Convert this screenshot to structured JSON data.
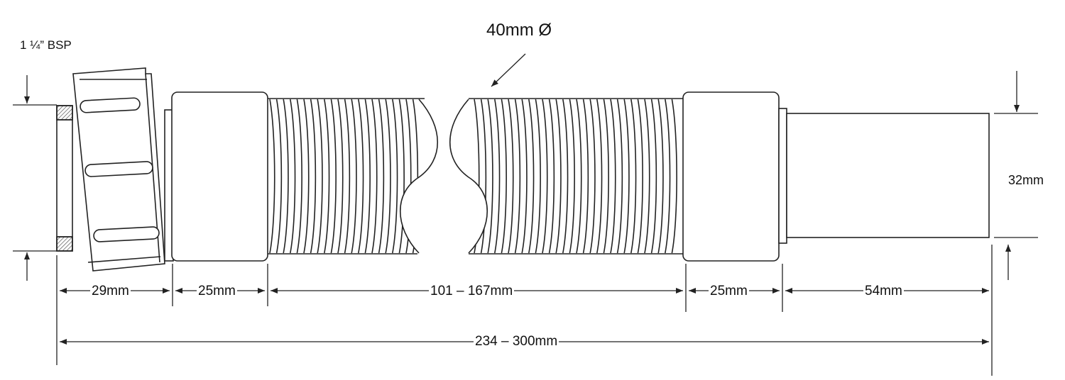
{
  "labels": {
    "thread": "1 ¼” BSP",
    "diameter": "40mm Ø",
    "height": "32mm",
    "nut_length": "29mm",
    "left_sleeve": "25mm",
    "hose_length": "101 – 167mm",
    "right_sleeve": "25mm",
    "tail_length": "54mm",
    "overall_length": "234 – 300mm"
  },
  "colors": {
    "line": "#222222",
    "hatch": "#555555"
  }
}
